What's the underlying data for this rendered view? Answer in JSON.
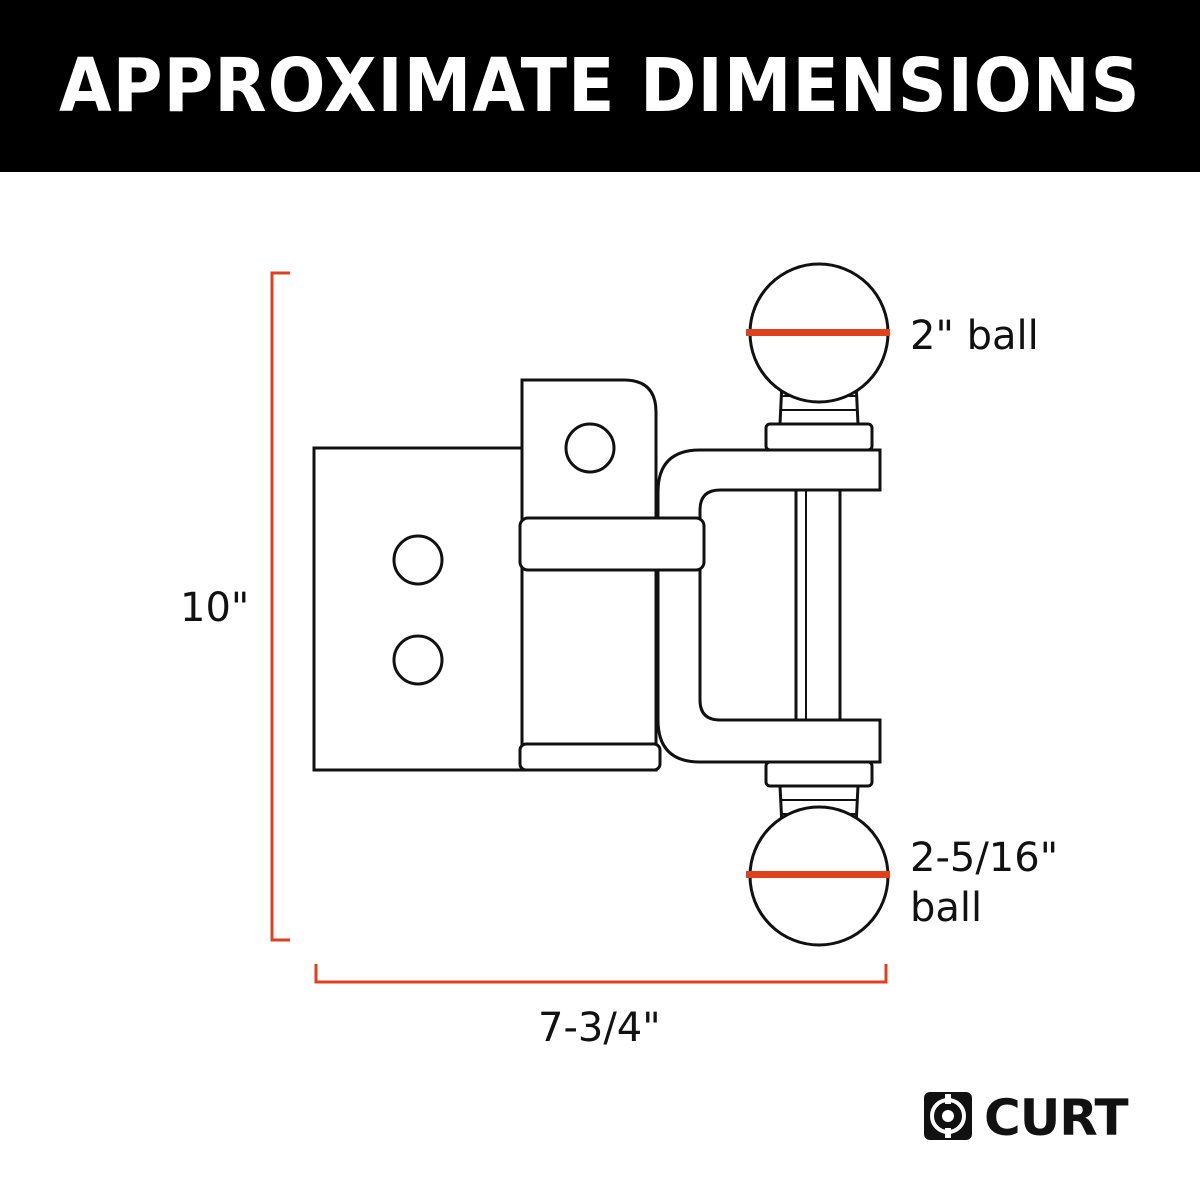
{
  "title": "APPROXIMATE DIMENSIONS",
  "dimensions": {
    "height": "10\"",
    "width": "7-3/4\"",
    "top_ball": "2\" ball",
    "bottom_ball_line1": "2-5/16\"",
    "bottom_ball_line2": "ball"
  },
  "brand": {
    "name": "CURT",
    "logo_icon": "curt-logo-icon"
  },
  "colors": {
    "header_bg": "#000000",
    "header_text": "#ffffff",
    "dimension_line": "#e0401c",
    "outline": "#111111"
  }
}
